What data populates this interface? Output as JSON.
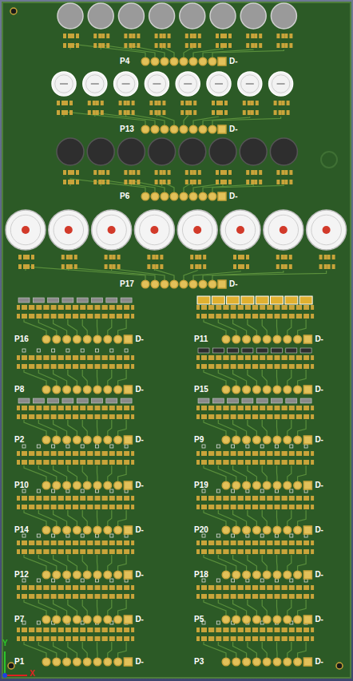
{
  "diagram": {
    "labels": [
      "P4",
      "D-",
      "P13",
      "D-",
      "P6",
      "D-",
      "P17",
      "D-",
      "P16",
      "D-",
      "P11",
      "D-",
      "P8",
      "D-",
      "P15",
      "D-",
      "P2",
      "D-",
      "P9",
      "D-",
      "P10",
      "D-",
      "P19",
      "D-",
      "P14",
      "D-",
      "P20",
      "D-",
      "P12",
      "D-",
      "P18",
      "D-",
      "P7",
      "D-",
      "P5",
      "D-",
      "P1",
      "D-",
      "P3",
      "D-",
      "Y",
      "X"
    ]
  }
}
